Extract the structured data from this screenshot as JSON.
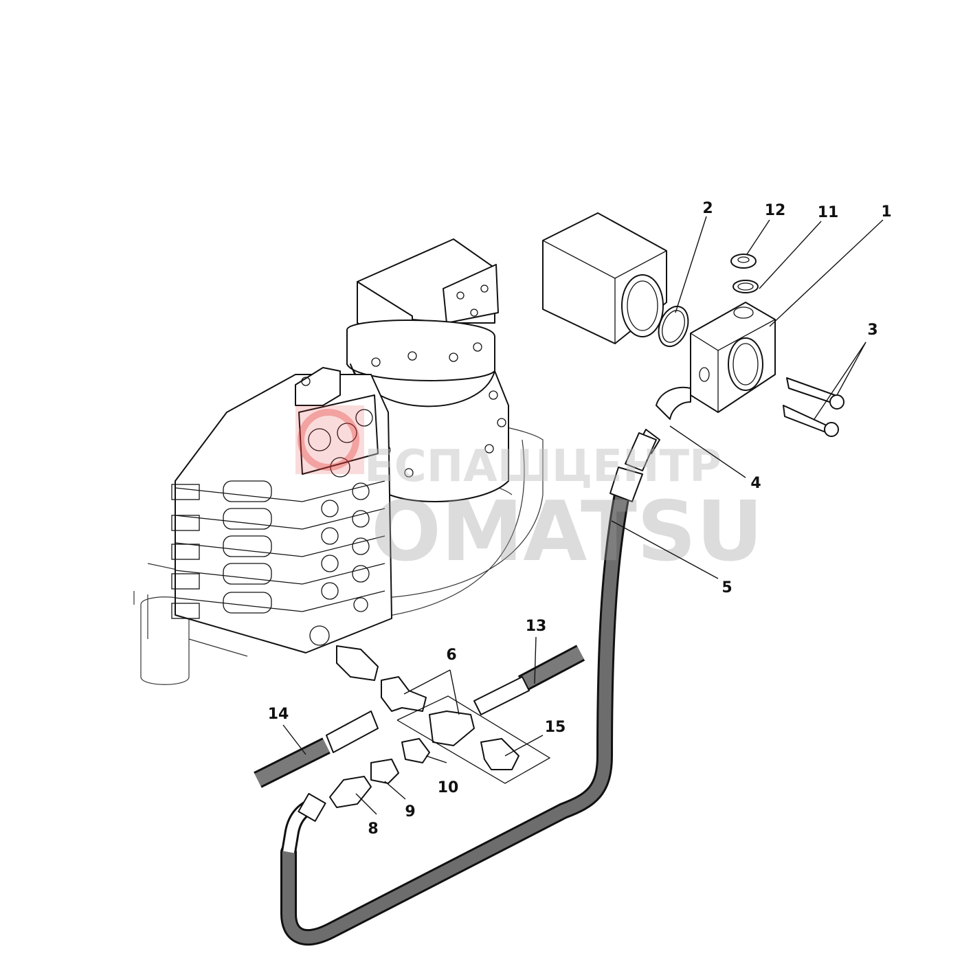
{
  "diagram": {
    "callouts": {
      "c1": "1",
      "c2": "2",
      "c3": "3",
      "c4": "4",
      "c5": "5",
      "c6": "6",
      "c8": "8",
      "c9": "9",
      "c10": "10",
      "c11": "11",
      "c12": "12",
      "c13": "13",
      "c14": "14",
      "c15": "15"
    },
    "watermark": {
      "line1": "ЕСПАШЦЕНТР",
      "line2": "OMATSU",
      "logo_color": "#e53935"
    },
    "colors": {
      "hose": "#6d6d6d",
      "outline": "#111111"
    }
  }
}
